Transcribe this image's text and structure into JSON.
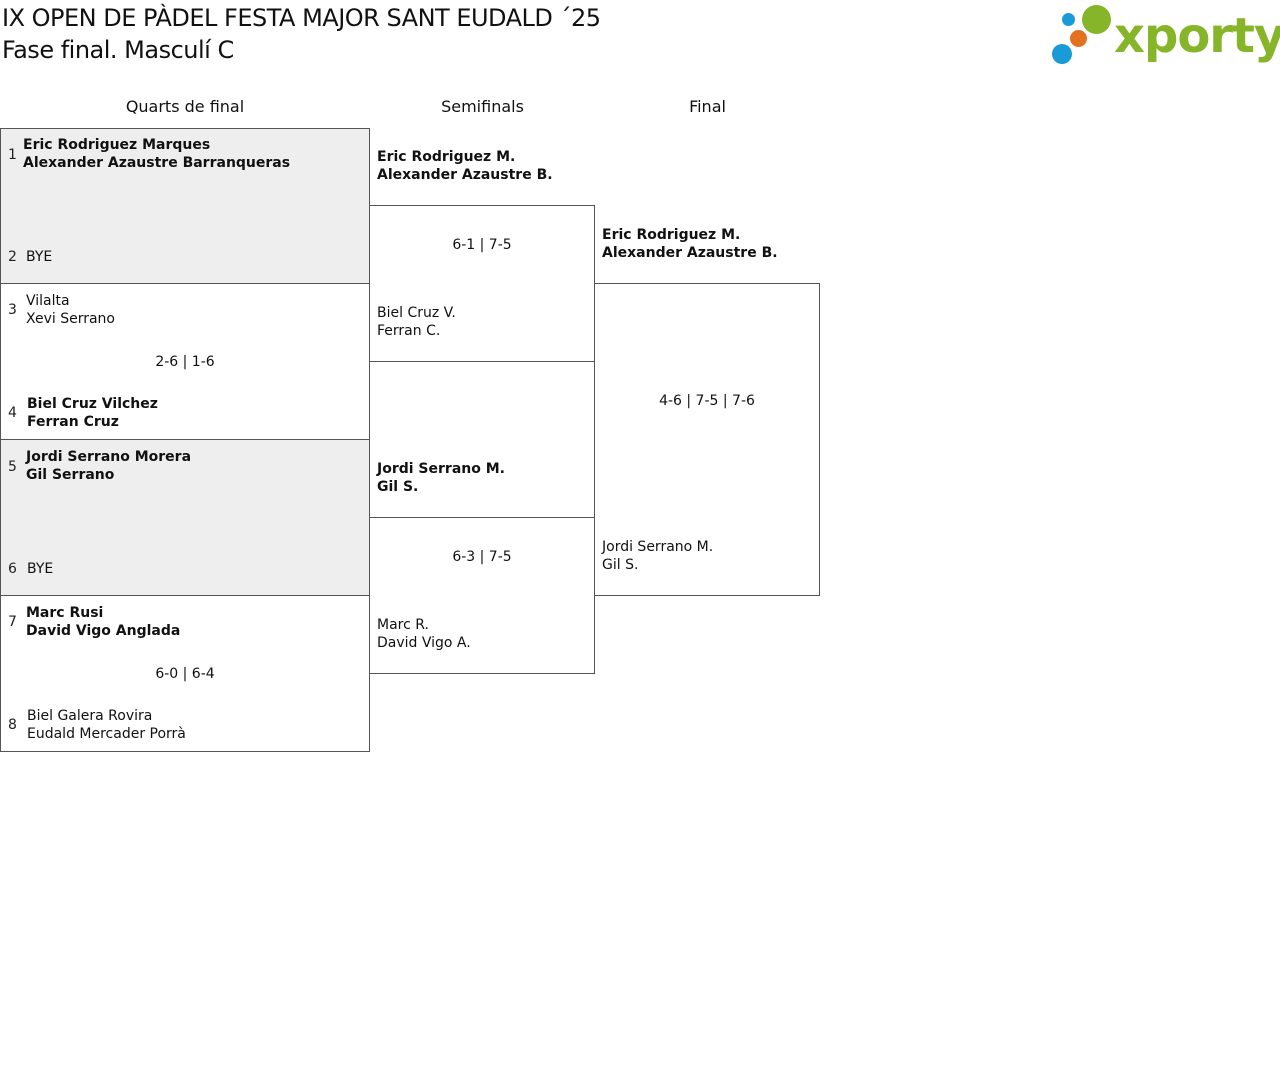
{
  "title": {
    "line1": "IX OPEN DE PÀDEL FESTA MAJOR SANT EUDALD ´25",
    "line2": "Fase final. Masculí C"
  },
  "logo": {
    "text": "xporty",
    "color": "#86b52a",
    "dot_colors": [
      "#1a9ad6",
      "#86b52a",
      "#e3711f"
    ]
  },
  "rounds": [
    "Quarts de final",
    "Semifinals",
    "Final"
  ],
  "quarterfinals": [
    {
      "top": {
        "seed": "1",
        "p1": "Eric Rodriguez Marques",
        "p2": "Alexander Azaustre Barranqueras"
      },
      "bottom": {
        "seed": "2",
        "p1": "BYE",
        "p2": ""
      },
      "score": ""
    },
    {
      "top": {
        "seed": "3",
        "p1": "Vilalta",
        "p2": "Xevi Serrano"
      },
      "bottom": {
        "seed": "4",
        "p1": "Biel Cruz Vilchez",
        "p2": "Ferran Cruz"
      },
      "score": "2-6 | 1-6"
    },
    {
      "top": {
        "seed": "5",
        "p1": "Jordi Serrano Morera",
        "p2": "Gil Serrano"
      },
      "bottom": {
        "seed": "6",
        "p1": "BYE",
        "p2": ""
      },
      "score": ""
    },
    {
      "top": {
        "seed": "7",
        "p1": "Marc Rusi",
        "p2": "David Vigo Anglada"
      },
      "bottom": {
        "seed": "8",
        "p1": "Biel Galera Rovira",
        "p2": "Eudald Mercader Porrà"
      },
      "score": "6-0 | 6-4"
    }
  ],
  "semifinals": [
    {
      "top": {
        "p1": "Eric Rodriguez M.",
        "p2": "Alexander Azaustre B."
      },
      "bottom": {
        "p1": "Biel Cruz V.",
        "p2": "Ferran C."
      },
      "score": "6-1 | 7-5"
    },
    {
      "top": {
        "p1": "Jordi Serrano M.",
        "p2": "Gil S."
      },
      "bottom": {
        "p1": "Marc R.",
        "p2": "David Vigo A."
      },
      "score": "6-3 | 7-5"
    }
  ],
  "final": {
    "top": {
      "p1": "Eric Rodriguez M.",
      "p2": "Alexander Azaustre B."
    },
    "bottom": {
      "p1": "Jordi Serrano M.",
      "p2": "Gil S."
    },
    "score": "4-6 | 7-5 | 7-6"
  }
}
